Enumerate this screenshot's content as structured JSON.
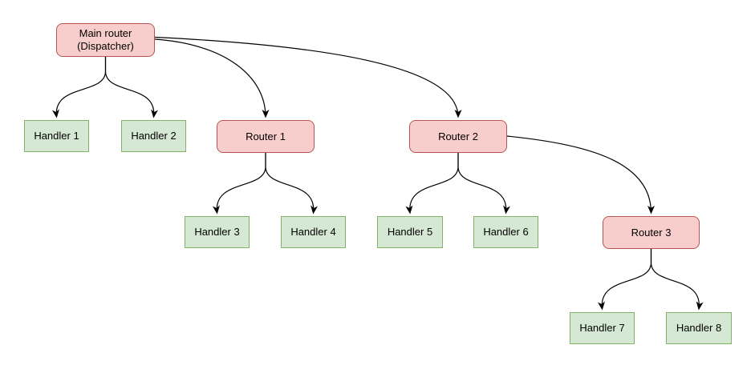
{
  "diagram": {
    "type": "flowchart-tree",
    "background_color": "#ffffff",
    "colors": {
      "router_fill": "#f8cecc",
      "router_border": "#b85450",
      "handler_fill": "#d5e8d4",
      "handler_border": "#82b366",
      "edge_stroke": "#000000",
      "text": "#000000"
    },
    "nodes": {
      "main_router": {
        "label": "Main router\n(Dispatcher)",
        "type": "router"
      },
      "router1": {
        "label": "Router 1",
        "type": "router"
      },
      "router2": {
        "label": "Router 2",
        "type": "router"
      },
      "router3": {
        "label": "Router 3",
        "type": "router"
      },
      "handler1": {
        "label": "Handler 1",
        "type": "handler"
      },
      "handler2": {
        "label": "Handler 2",
        "type": "handler"
      },
      "handler3": {
        "label": "Handler 3",
        "type": "handler"
      },
      "handler4": {
        "label": "Handler 4",
        "type": "handler"
      },
      "handler5": {
        "label": "Handler 5",
        "type": "handler"
      },
      "handler6": {
        "label": "Handler 6",
        "type": "handler"
      },
      "handler7": {
        "label": "Handler 7",
        "type": "handler"
      },
      "handler8": {
        "label": "Handler 8",
        "type": "handler"
      }
    },
    "edges": [
      {
        "from": "main_router",
        "to": "handler1",
        "arrow": "filled-triangle"
      },
      {
        "from": "main_router",
        "to": "handler2",
        "arrow": "filled-triangle"
      },
      {
        "from": "main_router",
        "to": "router1",
        "arrow": "filled-triangle"
      },
      {
        "from": "main_router",
        "to": "router2",
        "arrow": "filled-triangle"
      },
      {
        "from": "router1",
        "to": "handler3",
        "arrow": "filled-triangle"
      },
      {
        "from": "router1",
        "to": "handler4",
        "arrow": "filled-triangle"
      },
      {
        "from": "router2",
        "to": "handler5",
        "arrow": "filled-triangle"
      },
      {
        "from": "router2",
        "to": "handler6",
        "arrow": "filled-triangle"
      },
      {
        "from": "router2",
        "to": "router3",
        "arrow": "filled-triangle"
      },
      {
        "from": "router3",
        "to": "handler7",
        "arrow": "filled-triangle"
      },
      {
        "from": "router3",
        "to": "handler8",
        "arrow": "filled-triangle"
      }
    ]
  }
}
